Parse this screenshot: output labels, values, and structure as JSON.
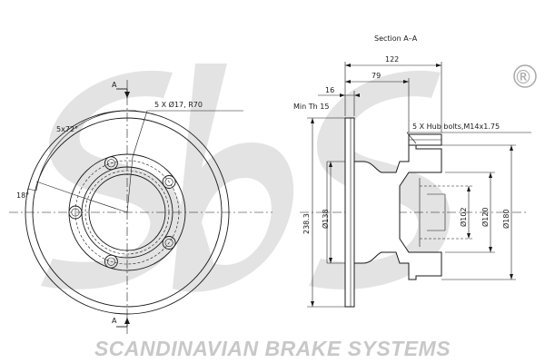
{
  "brand": {
    "watermark_logo": "sbs",
    "registered_mark": "®",
    "footer_text": "SCANDINAVIAN BRAKE SYSTEMS",
    "watermark_color": "#e3e3e3",
    "footer_color": "#c8c8c8"
  },
  "front_view": {
    "section_marker_top": "A",
    "section_marker_bottom": "A",
    "hole_callout": "5 X Ø17, R70",
    "angle_spacing": "5x72°",
    "angle_offset": "18°"
  },
  "section_view": {
    "title": "Section A–A",
    "min_thickness": "Min Th 15",
    "bolt_callout": "5 X Hub bolts,M14x1.75",
    "dimensions": {
      "overall_depth": "122",
      "hub_depth": "79",
      "disc_thickness": "16",
      "overall_diameter": "238.3",
      "diameter_138": "Ø138",
      "diameter_102": "Ø102",
      "diameter_120": "Ø120",
      "diameter_180": "Ø180"
    }
  }
}
